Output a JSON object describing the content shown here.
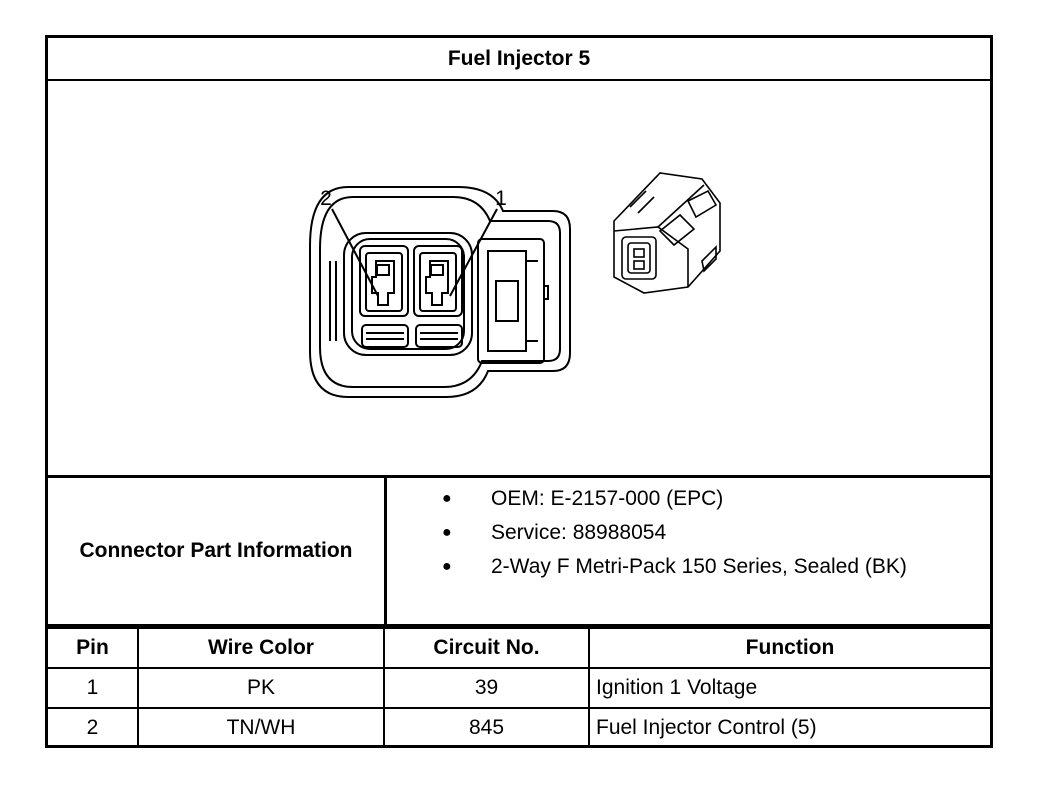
{
  "title": "Fuel Injector 5",
  "drawing": {
    "pin_callouts": [
      "2",
      "1"
    ]
  },
  "connector_part_information": {
    "label": "Connector Part Information",
    "bullet_symbol": "●",
    "items": [
      "OEM: E-2157-000 (EPC)",
      "Service: 88988054",
      "2-Way F Metri-Pack 150 Series, Sealed (BK)"
    ]
  },
  "pin_table": {
    "headers": [
      "Pin",
      "Wire Color",
      "Circuit No.",
      "Function"
    ],
    "rows": [
      [
        "1",
        "PK",
        "39",
        "Ignition 1 Voltage"
      ],
      [
        "2",
        "TN/WH",
        "845",
        "Fuel Injector Control (5)"
      ]
    ]
  }
}
